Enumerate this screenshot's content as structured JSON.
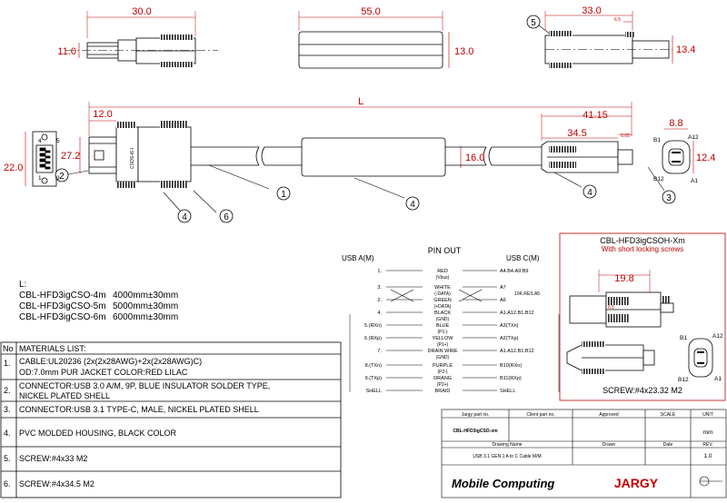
{
  "dimensions": {
    "d30": "30.0",
    "d11": "11.0",
    "d55": "55.0",
    "d13": "13.0",
    "d33": "33.0",
    "d65a": "6.5",
    "d134": "13.4",
    "dL": "L",
    "d120": "12.0",
    "d4115": "41.15",
    "d345": "34.5",
    "d665": "6.65",
    "d88": "8.8",
    "d124": "12.4",
    "d22": "22.0",
    "d272": "27.2",
    "d160": "16.0",
    "d198": "19.8",
    "d65b": "6.5"
  },
  "callouts": {
    "c1": "1",
    "c2": "2",
    "c3": "3",
    "c4a": "4",
    "c4b": "4",
    "c4c": "4",
    "c5": "5",
    "c6": "6"
  },
  "typec_pins": {
    "b1": "B1",
    "a12": "A12",
    "b12": "B12",
    "a1": "A1"
  },
  "usb_a_pins": {
    "p4": "4",
    "p5": "5",
    "p1": "1",
    "p9": "9"
  },
  "overmold_text": "CSOS-I6-I",
  "pinout": {
    "title": "PIN OUT",
    "left_header": "USB A(M)",
    "right_header": "USB C(M)",
    "rows": [
      {
        "left": "1.",
        "name": "RED",
        "sub": "(Vbus)",
        "right": "A4.B4.A9.B9"
      },
      {
        "left": "3.",
        "name": "WHITE",
        "sub": "(-DATA)",
        "right": "A7"
      },
      {
        "left": "2.",
        "name": "GREEN",
        "sub": "(+DATA)",
        "right": "A6"
      },
      {
        "left": "4.",
        "name": "BLACK",
        "sub": "(GND)",
        "right": "A1.A12.B1.B12"
      },
      {
        "left": "5.(RXn)",
        "name": "BLUE",
        "sub": "(P1-)",
        "right": "A3(TXn)"
      },
      {
        "left": "6.(RXp)",
        "name": "YELLOW",
        "sub": "(P1+)",
        "right": "A2(TXp)"
      },
      {
        "left": "7.",
        "name": "DRAIN WIRE",
        "sub": "(GND)",
        "right": "A1.A12.B1.B12"
      },
      {
        "left": "8.(TXn)",
        "name": "PURPLE",
        "sub": "(P2-)",
        "right": "B10(RXn)"
      },
      {
        "left": "9.(TXp)",
        "name": "ORANG",
        "sub": "(P2+)",
        "right": "B11(RXp)"
      },
      {
        "left": "SHELL",
        "name": "BRAID",
        "sub": "",
        "right": "SHELL"
      }
    ],
    "note": "10K.RES.A5"
  },
  "lengths": {
    "heading": "L:",
    "items": [
      {
        "part": "CBL-HFD3igCSO-4m",
        "value": "4000mm±30mm"
      },
      {
        "part": "CBL-HFD3igCSO-5m",
        "value": "5000mm±30mm"
      },
      {
        "part": "CBL-HFD3igCSO-6m",
        "value": "6000mm±30mm"
      }
    ]
  },
  "variant": {
    "title": "CBL-HFD3igCSOH-Xm",
    "subtitle": "With short locking screws",
    "screw": "SCREW:#4x23.32 M2",
    "b1": "B1",
    "a12": "A12",
    "b12": "B12",
    "a1": "A1"
  },
  "materials": {
    "no_header": "No",
    "header": "MATERIALS LIST:",
    "rows": [
      {
        "no": "1.",
        "lines": [
          "CABLE:UL20236 (2x(2x28AWG)+2x(2x28AWG)C)",
          "OD:7.0mm  PUR JACKET COLOR:RED LILAC"
        ]
      },
      {
        "no": "2.",
        "lines": [
          "CONNECTOR:USB 3.0 A/M, 9P, BLUE INSULATOR SOLDER TYPE,",
          "NICKEL PLATED SHELL"
        ]
      },
      {
        "no": "3.",
        "lines": [
          "CONNECTOR:USB 3.1 TYPE-C, MALE, NICKEL PLATED SHELL"
        ]
      },
      {
        "no": "4.",
        "lines": [
          "PVC MOLDED HOUSING, BLACK COLOR"
        ]
      },
      {
        "no": "5.",
        "lines": [
          "SCREW:#4x33 M2"
        ]
      },
      {
        "no": "6.",
        "lines": [
          "SCREW:#4x34.5 M2"
        ]
      }
    ]
  },
  "title_block": {
    "h_jargy": "Jargy part no.",
    "h_client": "Client part no.",
    "h_approved": "Approved",
    "h_scale": "SCALE",
    "h_unit": "UNIT",
    "part_no": "CBL-HFD3igCSO-xm",
    "unit": "mm",
    "h_drawing": "Drawing Name",
    "h_drawn": "Drawn",
    "h_date": "Date",
    "h_rev": "REV.",
    "drawing_name": "USB 3.1 GEN 1 A to C Cable M/M",
    "rev": "1.0",
    "brand1": "Mobile Computing",
    "brand2": "JARGY"
  }
}
